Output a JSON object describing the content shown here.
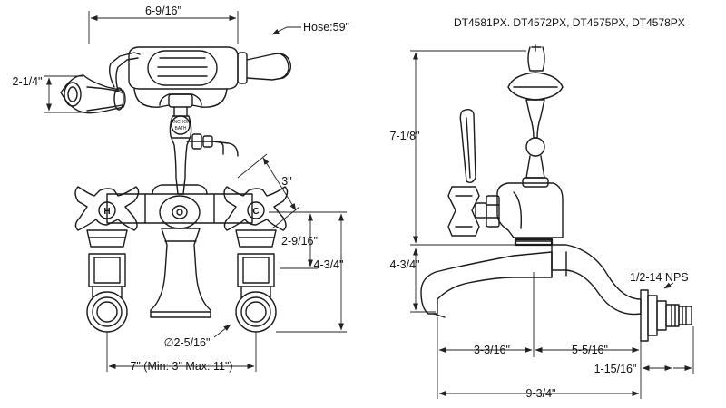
{
  "models": "DT4581PX. DT4572PX, DT4575PX, DT4578PX",
  "front": {
    "overall_width": "6-9/16\"",
    "hose": "Hose:59\"",
    "handshower_height": "2-1/4\"",
    "handle_spacing": "3\"",
    "spout_height": "2-9/16\"",
    "total_height": "4-3/4\"",
    "shank_diameter": "∅2-5/16\"",
    "center_spacing": "7\" (Min: 3\" Max: 11\")",
    "hot_cap": "H",
    "cold_cap": "C",
    "brand_text": "ANCHOR",
    "brand_sub": "BATH"
  },
  "side": {
    "height_upper": "7-1/8\"",
    "height_lower": "4-3/4\"",
    "spout_reach": "3-3/16\"",
    "body_depth": "5-5/16\"",
    "thread": "1/2-14 NPS",
    "flange": "1-15/16\"",
    "overall_depth": "9-3/4\""
  }
}
